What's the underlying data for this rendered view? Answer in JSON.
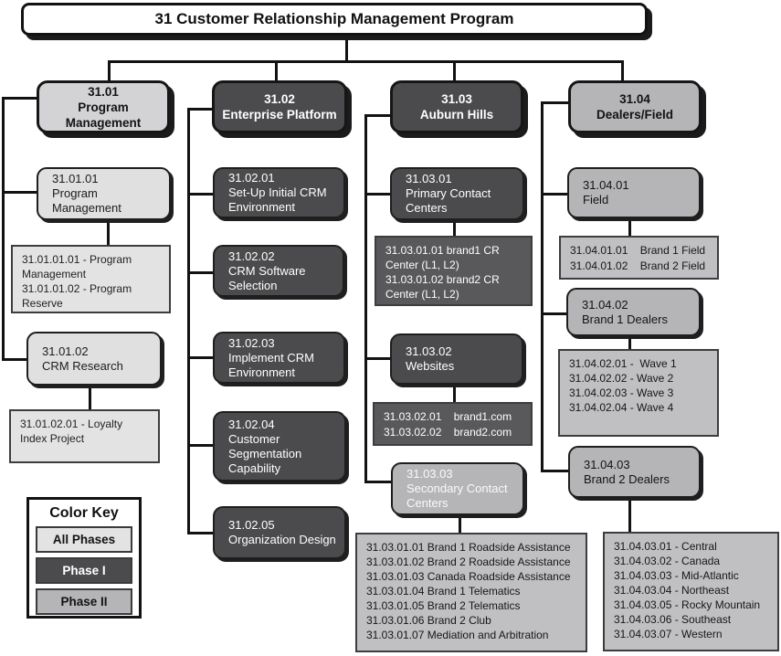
{
  "chart": {
    "title": "31 Customer Relationship Management Program",
    "branches": [
      {
        "code": "31.01",
        "phase": "All Phases",
        "label": "31.01\nProgram\nManagement",
        "children": [
          {
            "label": "31.01.01\nProgram Management",
            "detail": "31.01.01.01 - Program\nManagement\n31.01.01.02 - Program\nReserve"
          },
          {
            "label": "31.01.02\nCRM Research",
            "detail": "31.01.02.01 - Loyalty\nIndex Project"
          }
        ]
      },
      {
        "code": "31.02",
        "phase": "Phase I",
        "label": "31.02\nEnterprise Platform",
        "children": [
          {
            "label": "31.02.01\nSet-Up Initial CRM\nEnvironment"
          },
          {
            "label": "31.02.02\nCRM Software\nSelection"
          },
          {
            "label": "31.02.03\nImplement CRM\nEnvironment"
          },
          {
            "label": "31.02.04\nCustomer\nSegmentation\nCapability"
          },
          {
            "label": "31.02.05\nOrganization Design"
          }
        ]
      },
      {
        "code": "31.03",
        "phase": "Phase I",
        "label": "31.03\nAuburn Hills",
        "children": [
          {
            "label": "31.03.01\nPrimary Contact\nCenters",
            "detail": "31.03.01.01 brand1 CR\nCenter (L1, L2)\n31.03.01.02 brand2 CR\nCenter (L1, L2)"
          },
          {
            "label": "31.03.02\nWebsites",
            "detail": "31.03.02.01    brand1.com\n31.03.02.02    brand2.com"
          },
          {
            "label": "31.03.03\nSecondary Contact\nCenters",
            "detail": "31.03.01.01 Brand 1 Roadside Assistance\n31.03.01.02 Brand 2 Roadside Assistance\n31.03.01.03 Canada Roadside Assistance\n31.03.01.04 Brand 1 Telematics\n31.03.01.05 Brand 2 Telematics\n31.03.01.06 Brand 2 Club\n31.03.01.07 Mediation and Arbitration"
          }
        ]
      },
      {
        "code": "31.04",
        "phase": "Phase II",
        "label": "31.04\nDealers/Field",
        "children": [
          {
            "label": "31.04.01\nField",
            "detail": "31.04.01.01    Brand 1 Field\n31.04.01.02    Brand 2 Field"
          },
          {
            "label": "31.04.02\nBrand 1 Dealers",
            "detail": "31.04.02.01 -  Wave 1\n31.04.02.02 - Wave 2\n31.04.02.03 - Wave 3\n31.04.02.04 - Wave 4"
          },
          {
            "label": "31.04.03\nBrand 2 Dealers",
            "detail": "31.04.03.01 - Central\n31.04.03.02 - Canada\n31.04.03.03 - Mid-Atlantic\n31.04.03.04 - Northeast\n31.04.03.05 - Rocky Mountain\n31.04.03.06 - Southeast\n31.04.03.07 - Western"
          }
        ]
      }
    ]
  },
  "color_key": {
    "title": "Color Key",
    "entries": [
      {
        "label": "All Phases",
        "color": "#e3e3e4"
      },
      {
        "label": "Phase I",
        "color": "#4b4b4d"
      },
      {
        "label": "Phase II",
        "color": "#b5b5b7"
      }
    ]
  },
  "colors": {
    "all_phases": "#e3e3e4",
    "phase_1": "#4b4b4d",
    "phase_2": "#b5b5b7",
    "connector": "#121212"
  }
}
